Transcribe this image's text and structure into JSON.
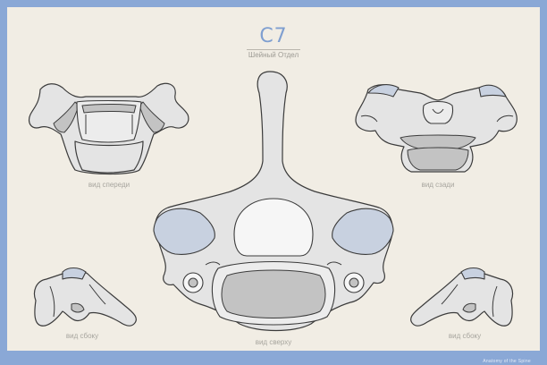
{
  "header": {
    "title": "C7",
    "subtitle": "Шейный Отдел"
  },
  "views": {
    "front": "вид спереди",
    "back": "вид сзади",
    "top": "вид сверху",
    "side_left": "вид сбоку",
    "side_right": "вид сбоку"
  },
  "footer": {
    "credit": "Anatomy of the Spine"
  },
  "colors": {
    "border": "#8aa8d6",
    "background": "#f1ede4",
    "bone": "#e4e4e4",
    "bone_shadow": "#c3c3c3",
    "facet_blue": "#c8d1e0",
    "outline": "#3b3b3b"
  }
}
